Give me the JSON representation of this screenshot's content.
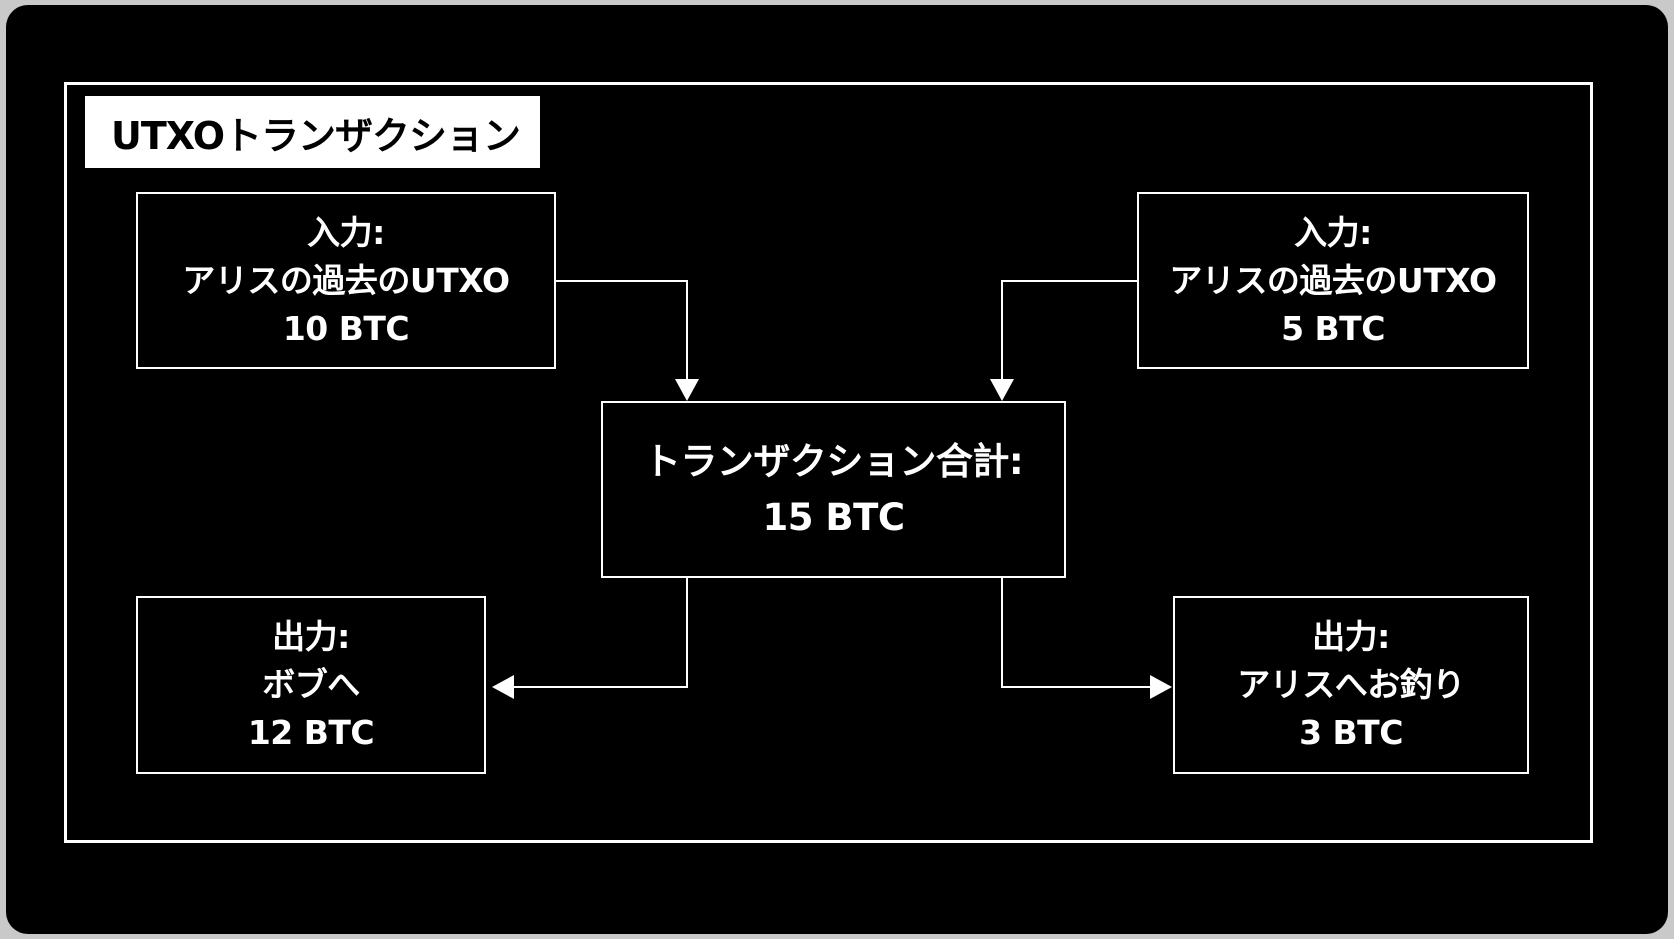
{
  "title": "UTXOトランザクション",
  "nodes": {
    "input1": {
      "heading": "入力:",
      "description": "アリスの過去のUTXO",
      "amount": "10 BTC"
    },
    "input2": {
      "heading": "入力:",
      "description": "アリスの過去のUTXO",
      "amount": "5 BTC"
    },
    "total": {
      "heading": "トランザクション合計:",
      "amount": "15 BTC"
    },
    "output1": {
      "heading": "出力:",
      "description": "ボブへ",
      "amount": "12 BTC"
    },
    "output2": {
      "heading": "出力:",
      "description": "アリスへお釣り",
      "amount": "3 BTC"
    }
  },
  "edges": [
    {
      "from": "input1",
      "to": "total"
    },
    {
      "from": "input2",
      "to": "total"
    },
    {
      "from": "total",
      "to": "output1"
    },
    {
      "from": "total",
      "to": "output2"
    }
  ],
  "colors": {
    "background": "#000000",
    "foreground": "#ffffff"
  }
}
